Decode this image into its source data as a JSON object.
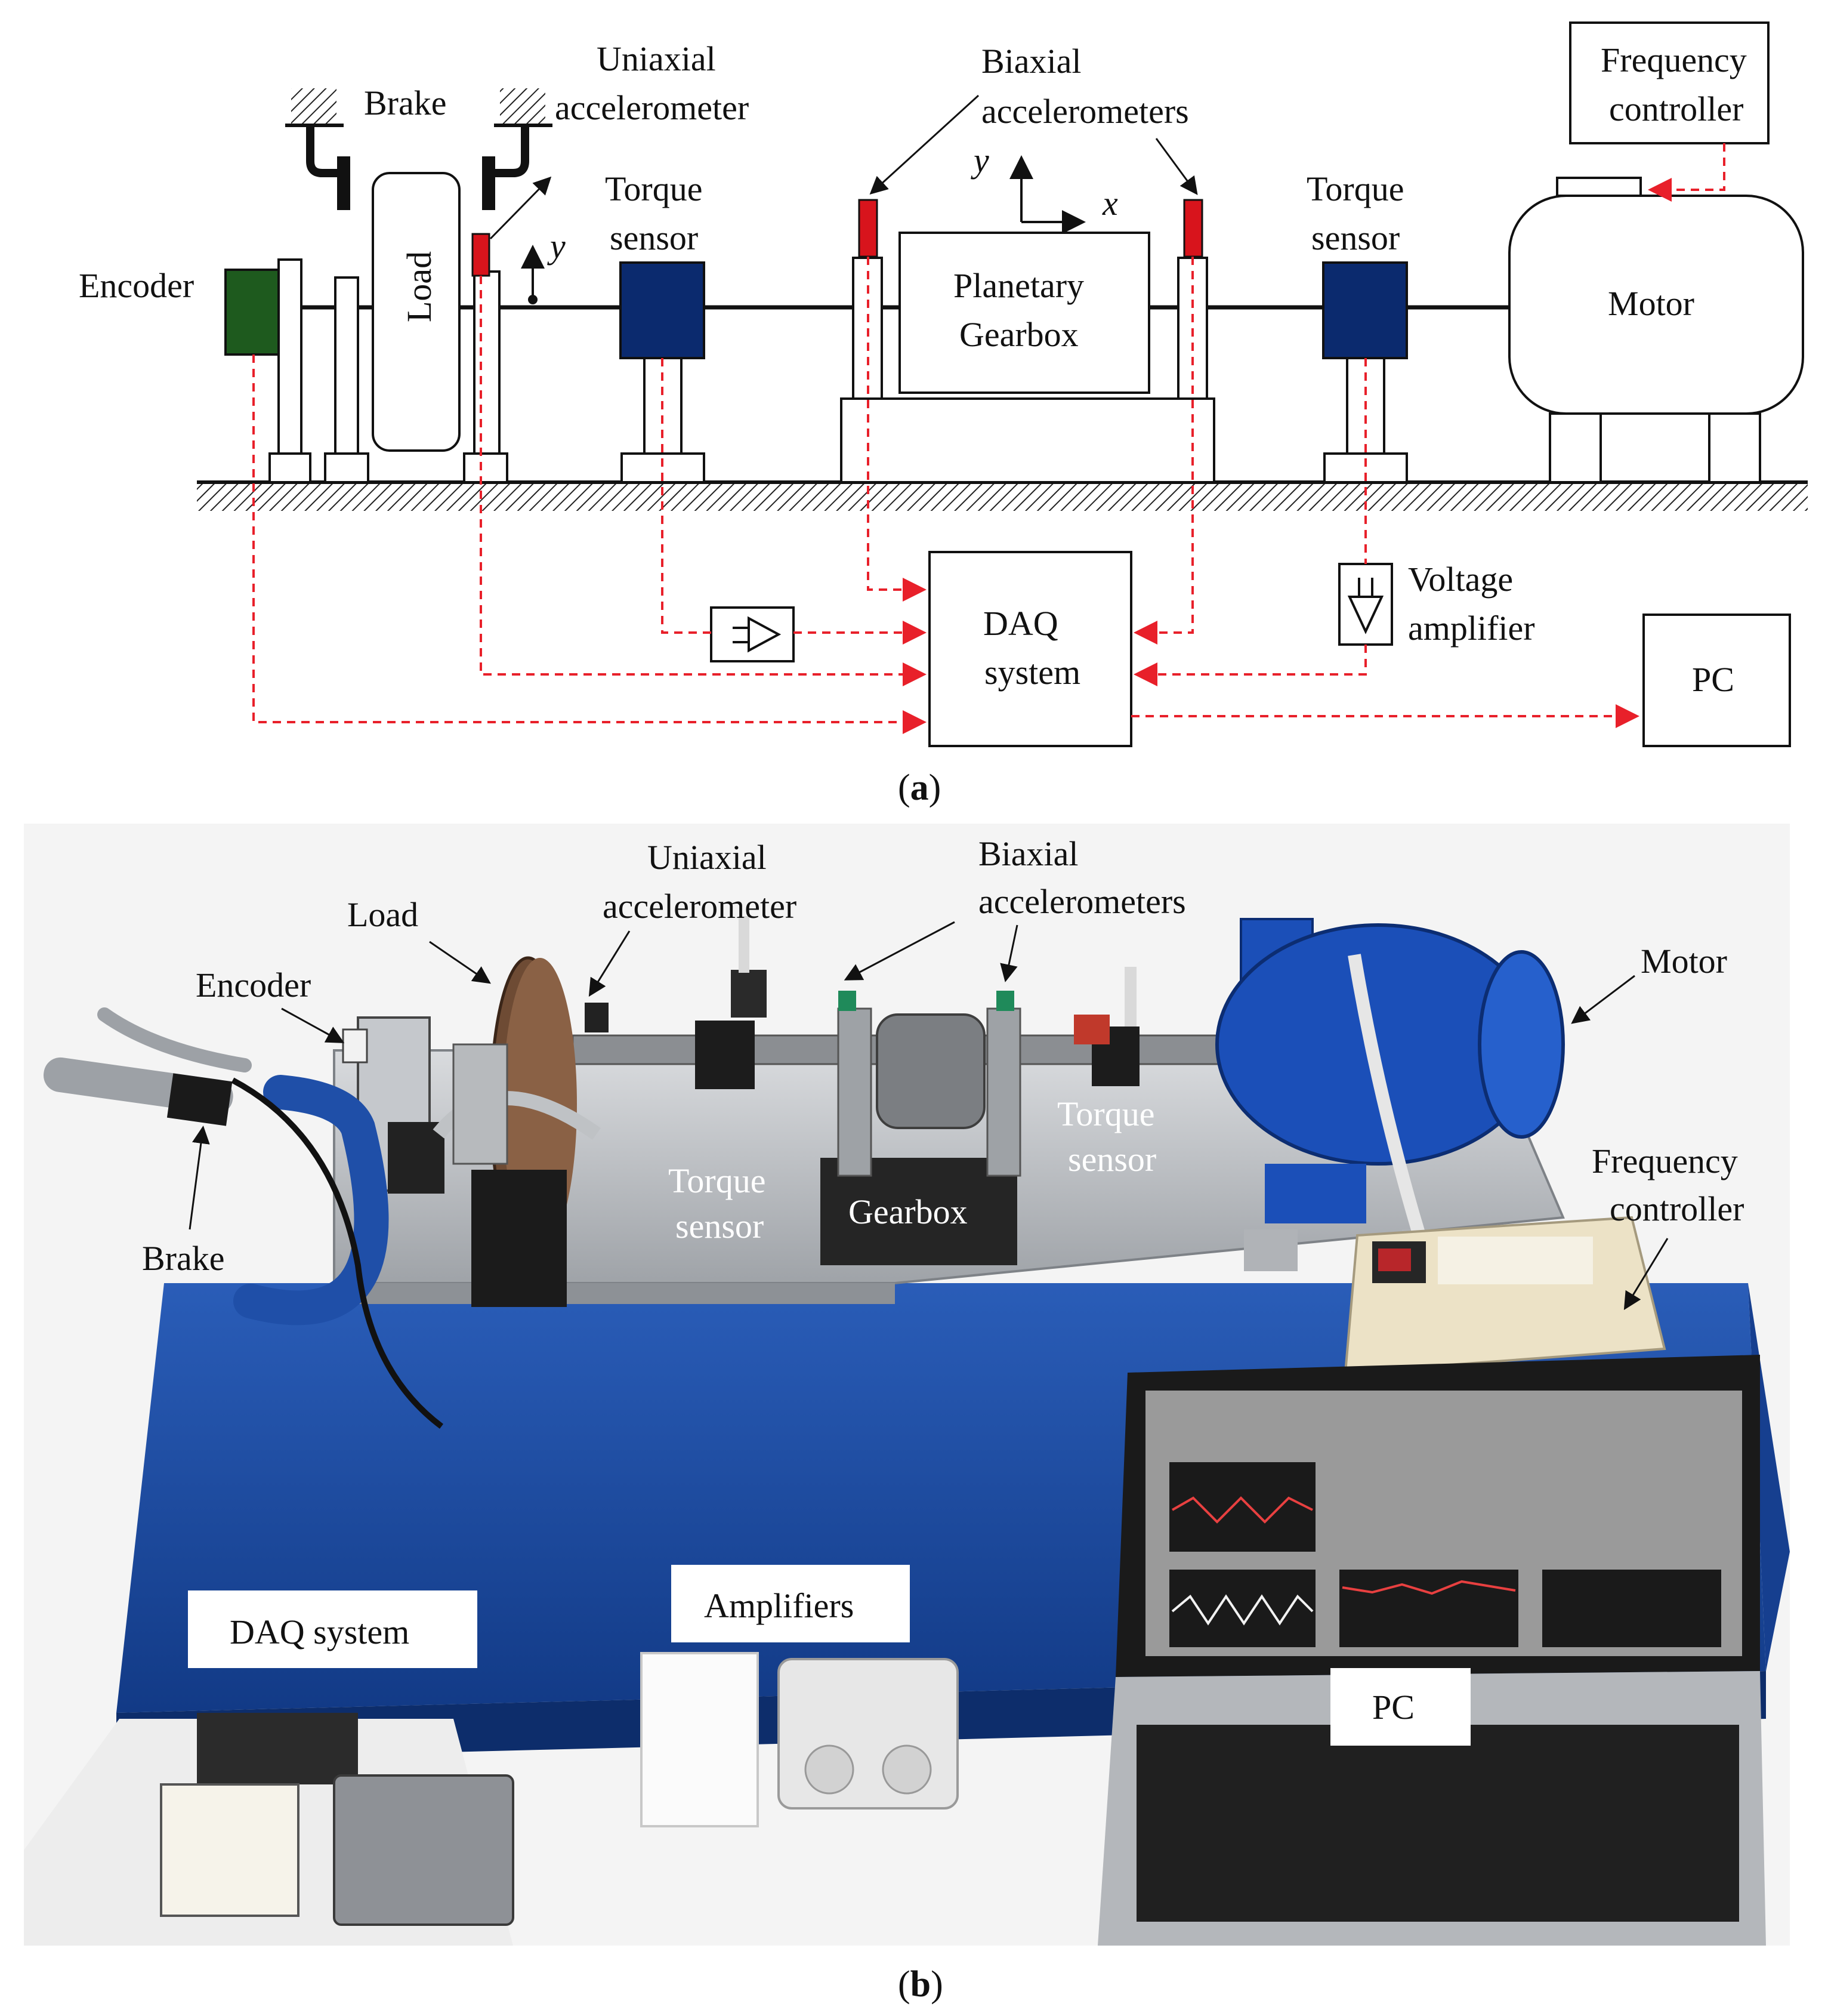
{
  "panel_a": {
    "caption_open": "(",
    "caption_letter": "a",
    "caption_close": ")",
    "labels": {
      "brake": "Brake",
      "uniaxial_line1": "Uniaxial",
      "uniaxial_line2": "accelerometer",
      "biaxial_line1": "Biaxial",
      "biaxial_line2": "accelerometers",
      "freq_line1": "Frequency",
      "freq_line2": "controller",
      "encoder": "Encoder",
      "load": "Load",
      "torque1_line1": "Torque",
      "torque1_line2": "sensor",
      "planetary_line1": "Planetary",
      "planetary_line2": "Gearbox",
      "torque2_line1": "Torque",
      "torque2_line2": "sensor",
      "motor": "Motor",
      "axis_y_small": "y",
      "axis_y": "y",
      "axis_x": "x",
      "daq_line1": "DAQ",
      "daq_line2": "system",
      "voltage_line1": "Voltage",
      "voltage_line2": "amplifier",
      "pc": "PC"
    },
    "colors": {
      "signal": "#e8202a",
      "encoder": "#1e5a1e",
      "torque": "#0b2a6e",
      "accel": "#d8141c"
    }
  },
  "panel_b": {
    "caption_open": "(",
    "caption_letter": "b",
    "caption_close": ")",
    "labels": {
      "load": "Load",
      "uniaxial_line1": "Uniaxial",
      "uniaxial_line2": "accelerometer",
      "biaxial_line1": "Biaxial",
      "biaxial_line2": "accelerometers",
      "motor": "Motor",
      "encoder": "Encoder",
      "brake": "Brake",
      "torque1_line1": "Torque",
      "torque1_line2": "sensor",
      "gearbox": "Gearbox",
      "torque2_line1": "Torque",
      "torque2_line2": "sensor",
      "freq_line1": "Frequency",
      "freq_line2": "controller",
      "amplifiers": "Amplifiers",
      "daq": "DAQ system",
      "pc": "PC"
    },
    "colors": {
      "table_blue": "#1f4fa8",
      "plate": "#b9bcc0",
      "motor_blue": "#1b4fb8"
    }
  }
}
